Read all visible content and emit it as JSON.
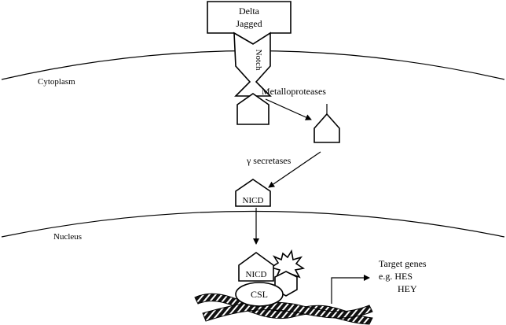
{
  "ligand": {
    "line1": "Delta",
    "line2": "Jagged"
  },
  "receptor": {
    "label": "Notch"
  },
  "regions": {
    "cytoplasm": "Cytoplasm",
    "nucleus": "Nucleus"
  },
  "enzymes": {
    "metalloproteases": "Metalloproteases",
    "secretases": "γ secretases"
  },
  "nicd": {
    "label": "NICD",
    "nuclear_label": "NICD"
  },
  "csl": {
    "label": "CSL"
  },
  "targets": {
    "line1": "Target genes",
    "line2": "e.g. HES",
    "line3": "HEY"
  }
}
